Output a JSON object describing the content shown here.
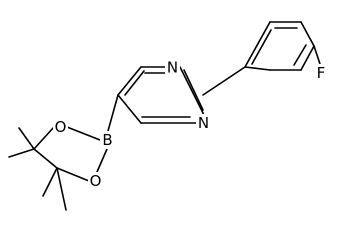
{
  "molecule": {
    "atoms": {
      "N": "N",
      "B": "B",
      "O": "O",
      "F": "F"
    }
  }
}
